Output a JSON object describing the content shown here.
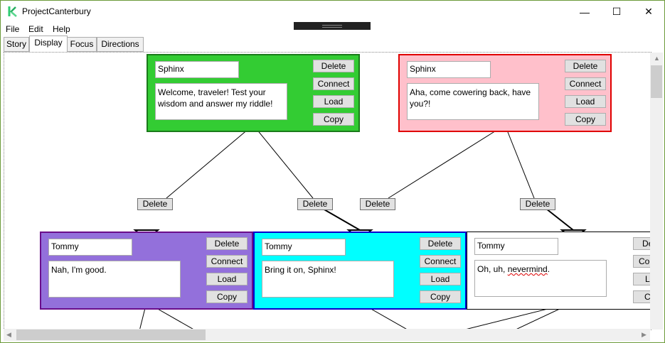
{
  "window": {
    "title": "ProjectCanterbury",
    "minimize": "—",
    "maximize": "☐",
    "close": "✕"
  },
  "menu": [
    "File",
    "Edit",
    "Help"
  ],
  "tabs": [
    "Story",
    "Display",
    "Focus",
    "Directions"
  ],
  "node_buttons": {
    "delete": "Delete",
    "connect": "Connect",
    "load": "Load",
    "copy": "Copy"
  },
  "edge_button": "Delete",
  "nodes": [
    {
      "name": "Sphinx",
      "text": "Welcome, traveler! Test your wisdom and answer my riddle!",
      "color": "#33cc33",
      "border": "#1a7a1a"
    },
    {
      "name": "Sphinx",
      "text": "Aha, come cowering back, have you?!",
      "color": "#ffc0cb",
      "border": "#e00000"
    },
    {
      "name": "Tommy",
      "text": "Nah, I'm good.",
      "color": "#9370db",
      "border": "#6a0d8a"
    },
    {
      "name": "Tommy",
      "text": "Bring it on, Sphinx!",
      "color": "#00ffff",
      "border": "#0000cc"
    },
    {
      "name": "Tommy",
      "text_pre": "Oh, uh, ",
      "text_mark": "nevermind",
      "text_post": ".",
      "color": "#ffffff",
      "border": "#000000"
    }
  ],
  "partial_buttons": {
    "delete": "De",
    "connect": "Cor",
    "load": "Lo",
    "copy": "Co"
  }
}
